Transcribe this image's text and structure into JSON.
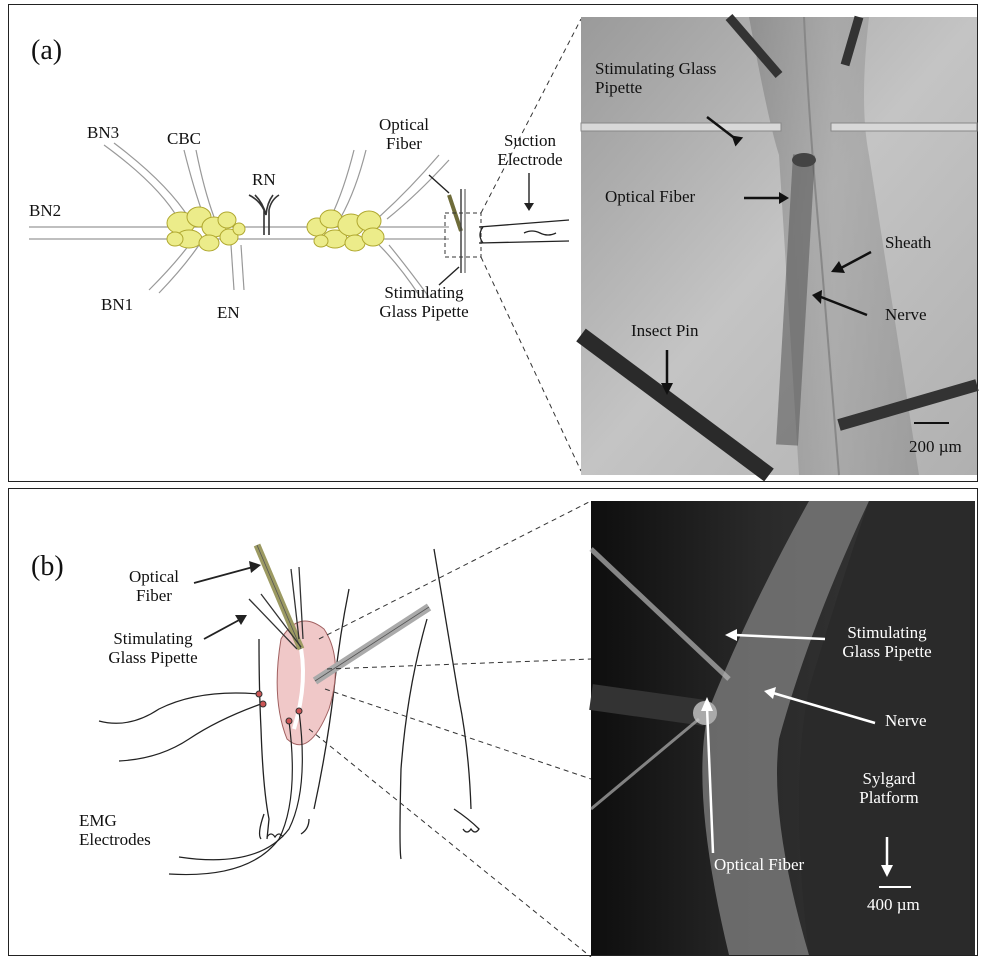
{
  "panel_a": {
    "letter": "(a)",
    "schematic_labels": {
      "bn3": "BN3",
      "cbc": "CBC",
      "rn": "RN",
      "bn2": "BN2",
      "bn1": "BN1",
      "en": "EN",
      "optical_fiber": [
        "Optical",
        "Fiber"
      ],
      "suction_electrode": [
        "Suction",
        "Electrode"
      ],
      "stimulating_pipette": [
        "Stimulating",
        "Glass Pipette"
      ]
    },
    "photo_labels": {
      "stimulating_pipette": [
        "Stimulating Glass",
        "Pipette"
      ],
      "optical_fiber": "Optical Fiber",
      "sheath": "Sheath",
      "nerve": "Nerve",
      "insect_pin": "Insect Pin",
      "scale": "200 µm"
    }
  },
  "panel_b": {
    "letter": "(b)",
    "schematic_labels": {
      "optical_fiber": [
        "Optical",
        "Fiber"
      ],
      "stimulating_pipette": [
        "Stimulating",
        "Glass Pipette"
      ],
      "emg": [
        "EMG",
        "Electrodes"
      ]
    },
    "photo_labels": {
      "stimulating_pipette": [
        "Stimulating",
        "Glass Pipette"
      ],
      "nerve": "Nerve",
      "sylgard": [
        "Sylgard",
        "Platform"
      ],
      "optical_fiber": "Optical Fiber",
      "scale": "400 µm"
    }
  },
  "colors": {
    "ganglion_fill": "#ecec8a",
    "ganglion_stroke": "#b0a830",
    "fiber_olive": "#9c9a62",
    "tissue_pink": "#f0c8c8"
  }
}
